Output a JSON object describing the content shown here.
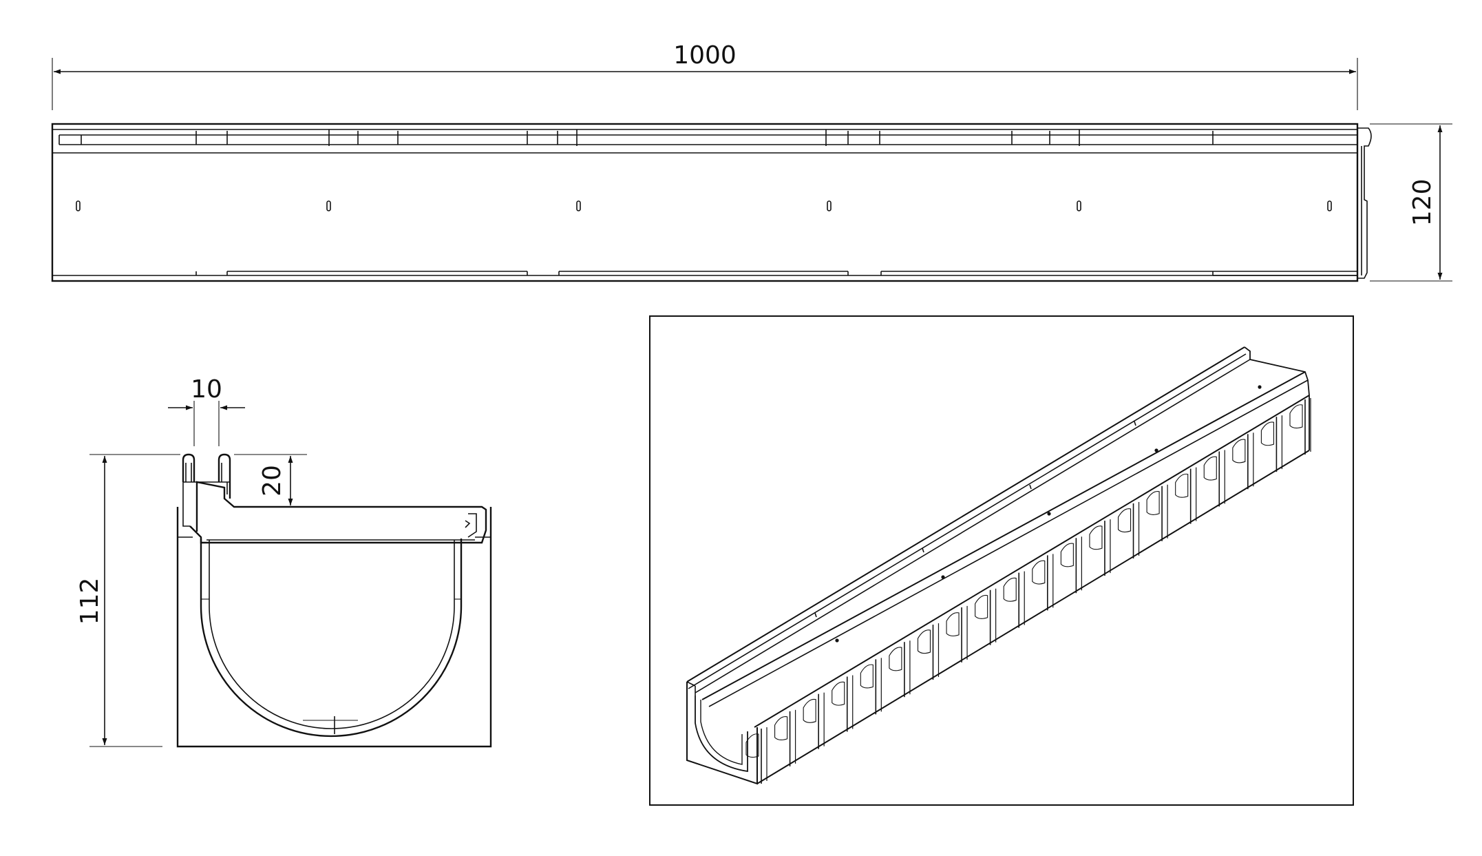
{
  "dimensions": {
    "length": "1000",
    "height": "120",
    "section_height": "112",
    "slot_width": "10",
    "rebate_depth": "20"
  },
  "views": {
    "side": "side-elevation",
    "section": "cross-section",
    "iso": "isometric"
  },
  "colors": {
    "line": "#111111",
    "background": "#ffffff"
  }
}
